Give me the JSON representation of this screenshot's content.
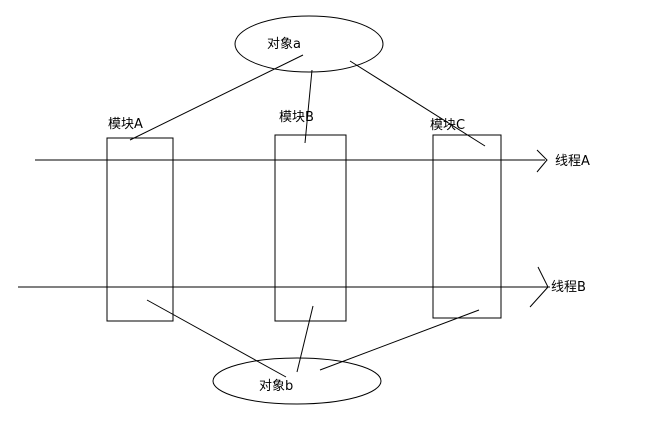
{
  "objects": {
    "a": {
      "label": "对象a"
    },
    "b": {
      "label": "对象b"
    }
  },
  "modules": [
    {
      "label": "模块A"
    },
    {
      "label": "模块B"
    },
    {
      "label": "模块C"
    }
  ],
  "threads": [
    {
      "label": "线程A"
    },
    {
      "label": "线程B"
    }
  ],
  "colors": {
    "stroke": "#000000",
    "background": "#ffffff"
  }
}
